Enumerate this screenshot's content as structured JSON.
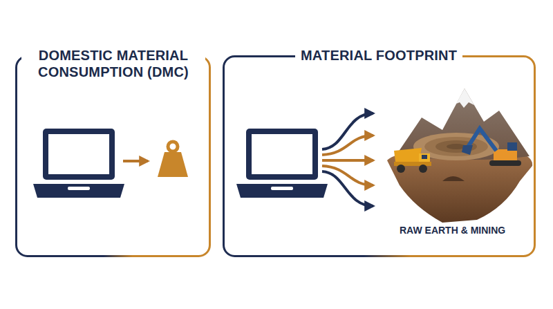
{
  "diagram": {
    "nodes": [
      {
        "text": [
          "DOMESTIC MATERIAL CONSUMPTION (DMC)"
        ]
      },
      {
        "text": [
          "MATERIAL FOOTPRINT"
        ]
      }
    ],
    "labels": [
      "RAW EARTH & MINING"
    ]
  }
}
